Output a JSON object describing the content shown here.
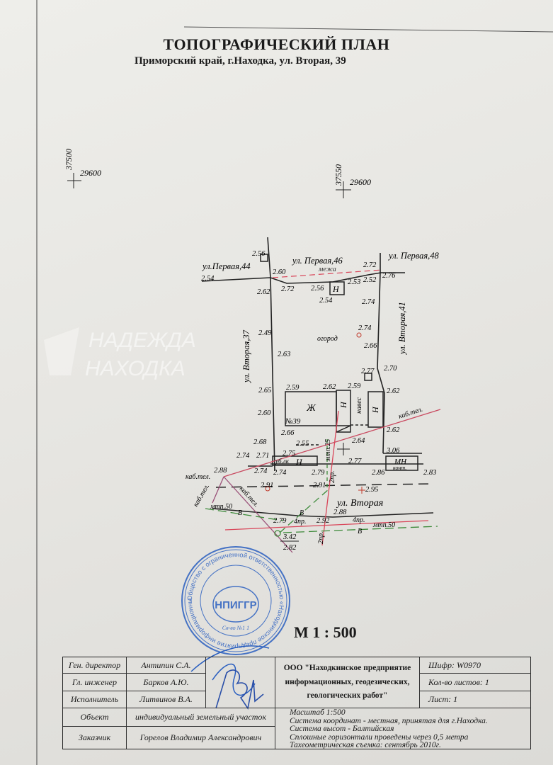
{
  "header": {
    "title": "ТОПОГРАФИЧЕСКИЙ ПЛАН",
    "address": "Приморский край, г.Находка, ул. Вторая, 39"
  },
  "grid_marks": [
    {
      "x_label": "37500",
      "y_label": "29600"
    },
    {
      "x_label": "37550",
      "y_label": "29600"
    }
  ],
  "map": {
    "streets": {
      "pervaya_44": "ул.Первая,44",
      "pervaya_46": "ул. Первая,46",
      "pervaya_48": "ул. Первая,48",
      "vtoraya_37": "ул. Вторая,37",
      "vtoraya_41": "ул. Вторая,41",
      "vtoraya": "ул. Вторая"
    },
    "labels": {
      "mezha": "межа",
      "ogorod": "огород",
      "house_zh": "Ж",
      "house_number": "№39",
      "nonres": "Н",
      "naves": "навес",
      "mn": "МН",
      "kont": "конт.",
      "ubornaya": "уб.лк",
      "kab_tel": "каб.тел.",
      "mtp25": "мтп.25",
      "mtp50": "мтп.50",
      "v": "В",
      "pr4": "4пр.",
      "pr2": "2пр."
    },
    "elevations": [
      "2.56",
      "2.54",
      "2.60",
      "2.72",
      "2.62",
      "2.56",
      "2.54",
      "2.53",
      "2.72",
      "2.52",
      "2.76",
      "2.74",
      "2.74",
      "2.49",
      "2.66",
      "2.63",
      "2.70",
      "2.77",
      "2.65",
      "2.59",
      "2.62",
      "2.59",
      "2.62",
      "2.60",
      "2.66",
      "2.62",
      "2.68",
      "2.64",
      "2.55",
      "2.74",
      "2.71",
      "2.75",
      "3.06",
      "2.77",
      "2.74",
      "2.74",
      "2.79",
      "2.86",
      "2.83",
      "2.88",
      "2.91",
      "2.91",
      "2.95",
      "2.88",
      "2.79",
      "2.92",
      "3.42",
      "2.82"
    ]
  },
  "watermark": {
    "line1": "НАДЕЖДА",
    "line2": "НАХОДКА"
  },
  "stamp": {
    "outer_text": "Общество с ограниченной ответственностью «Находкинское предприятие информационных, геодезических, геологических работ» Приморский край г. Находка",
    "center": "НПИГГР",
    "reg": "Св-во №1 1"
  },
  "scale": "М 1 : 500",
  "title_block": {
    "rows": [
      {
        "role": "Ген. директор",
        "name": "Антипин С.А."
      },
      {
        "role": "Гл. инженер",
        "name": "Барков А.Ю."
      },
      {
        "role": "Исполнитель",
        "name": "Литвинов В.А."
      }
    ],
    "object_label": "Объект",
    "object_value": "индивидуальный земельный участок",
    "customer_label": "Заказчик",
    "customer_value": "Горелов Владимир Александрович",
    "org_line1": "ООО \"Находкинское предприятие",
    "org_line2": "информационных, геодезических,",
    "org_line3": "геологических работ\"",
    "code": "Шифр: W0970",
    "sheets_count": "Кол-во листов: 1",
    "sheet": "Лист: 1",
    "notes": [
      "Масштаб 1:500",
      "Система координат - местная, принятая для г.Находка.",
      "Система высот - Балтийская",
      "Сплошные горизонтали проведены через 0,5 метра",
      "Тахеометрическая съемка:  сентябрь 2010г."
    ]
  },
  "colors": {
    "ink": "#1a1a1a",
    "red": "#d9465a",
    "green": "#3d8a3a",
    "stamp_blue": "#2a5fc0"
  }
}
